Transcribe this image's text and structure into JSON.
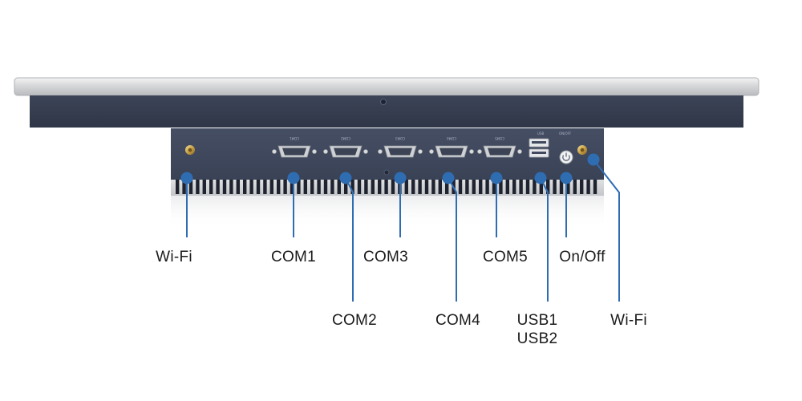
{
  "callouts": [
    {
      "id": "wifi-left",
      "lines": [
        "Wi-Fi"
      ]
    },
    {
      "id": "com1",
      "lines": [
        "COM1"
      ]
    },
    {
      "id": "com2",
      "lines": [
        "COM2"
      ]
    },
    {
      "id": "com3",
      "lines": [
        "COM3"
      ]
    },
    {
      "id": "com4",
      "lines": [
        "COM4"
      ]
    },
    {
      "id": "com5",
      "lines": [
        "COM5"
      ]
    },
    {
      "id": "usb",
      "lines": [
        "USB1",
        "USB2"
      ]
    },
    {
      "id": "power",
      "lines": [
        "On/Off"
      ]
    },
    {
      "id": "wifi-right",
      "lines": [
        "Wi-Fi"
      ]
    }
  ],
  "panel_labels": {
    "com_ports": [
      "COM1",
      "COM2",
      "COM3",
      "COM4",
      "COM5"
    ],
    "usb": "USB",
    "power": "ON/OFF"
  },
  "colors": {
    "callout_line": "#2f6db3",
    "callout_dot": "#2f6db3",
    "bezel": "#d9dadc",
    "body": "#363d50",
    "io_panel": "#414a5f"
  }
}
